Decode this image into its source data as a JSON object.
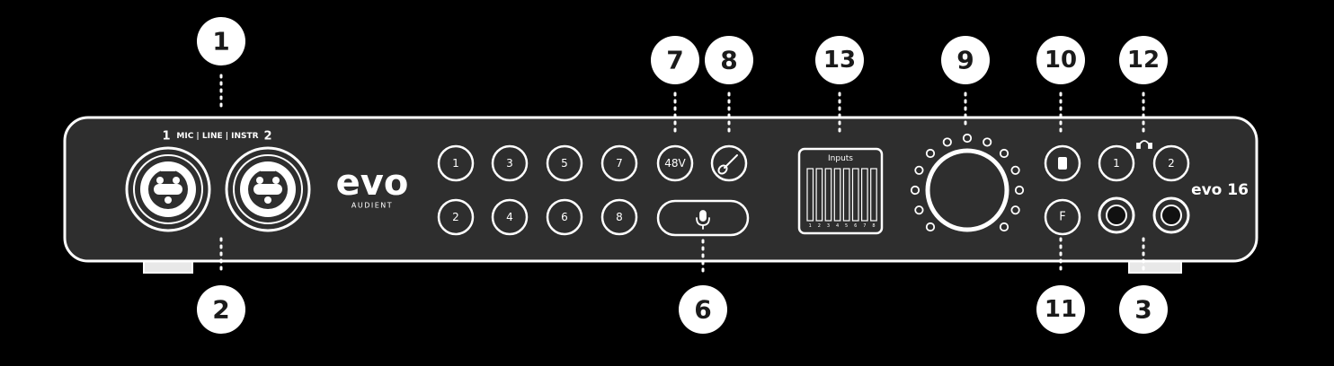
{
  "colors": {
    "background": "#000000",
    "panel": "#2e2e2e",
    "outline": "#ffffff",
    "callout_fill": "#ffffff",
    "callout_text": "#1a1a1a"
  },
  "device": {
    "xlr_label_left": "1",
    "xlr_label_center": "MIC | LINE | INSTR",
    "xlr_label_right": "2",
    "logo": "evo",
    "logo_sub": "AUDIENT",
    "model": "evo 16",
    "channel_buttons": [
      "1",
      "3",
      "5",
      "7",
      "2",
      "4",
      "6",
      "8"
    ],
    "phantom_button": "48V",
    "instrument_button_icon": "guitar-icon",
    "mic_button_icon": "microphone-icon",
    "meter_title": "Inputs",
    "meter_channels": [
      "1",
      "2",
      "3",
      "4",
      "5",
      "6",
      "7",
      "8"
    ],
    "focus_button": "F",
    "headphone_buttons": [
      "1",
      "2"
    ],
    "headphone_icon": "headphones-icon",
    "monitor_icon": "speaker-icon"
  },
  "callouts": {
    "c1": "1",
    "c2": "2",
    "c3": "3",
    "c6": "6",
    "c7": "7",
    "c8": "8",
    "c9": "9",
    "c10": "10",
    "c11": "11",
    "c12": "12",
    "c13": "13"
  }
}
